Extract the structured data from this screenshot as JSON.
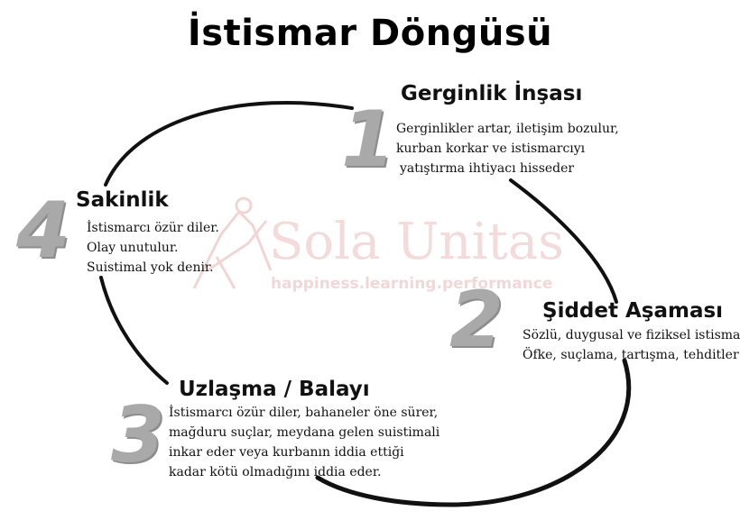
{
  "title": "İstismar Döngüsü",
  "watermark": {
    "name": "Sola Unitas",
    "tagline": "happiness.learning.performance",
    "logo_icon": "figure-logo-icon"
  },
  "stages": [
    {
      "number": "1",
      "heading": "Gerginlik İnşası",
      "lines": [
        "Gerginlikler artar, iletişim bozulur,",
        "kurban korkar ve istismarcıyı",
        "yatıştırma ihtiyacı hisseder"
      ]
    },
    {
      "number": "2",
      "heading": "Şiddet Aşaması",
      "lines": [
        "Sözlü, duygusal ve fiziksel istismar.",
        "Öfke, suçlama, tartışma, tehditler"
      ]
    },
    {
      "number": "3",
      "heading": "Uzlaşma / Balayı",
      "lines": [
        "İstismarcı özür diler, bahaneler öne sürer,",
        "mağduru suçlar,  meydana gelen suistimali",
        "inkar eder veya kurbanın iddia ettiği",
        "kadar kötü olmadığını iddia eder."
      ]
    },
    {
      "number": "4",
      "heading": "Sakinlik",
      "lines": [
        "İstismarcı özür diler.",
        "Olay unutulur.",
        "Suistimal yok denir."
      ]
    }
  ],
  "colors": {
    "cycle_line": "#111111",
    "number_fill": "#a9a9a9",
    "watermark": "#e5b0b0"
  }
}
